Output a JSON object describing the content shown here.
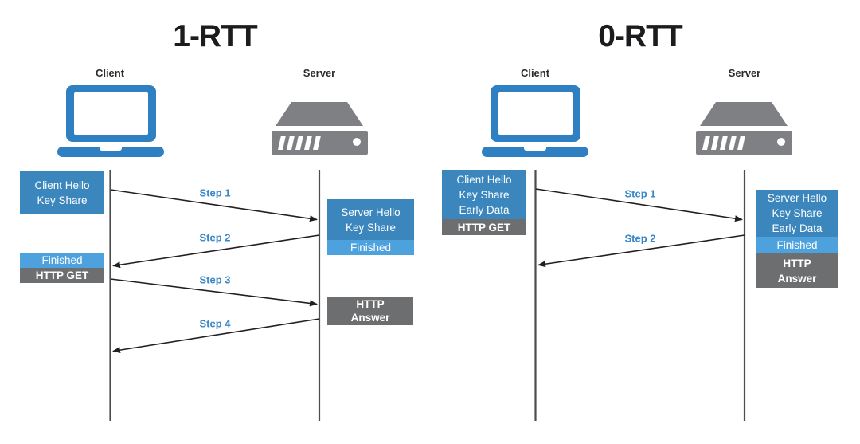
{
  "colors": {
    "box_blue": "#3a86bd",
    "light_blue": "#4da2de",
    "box_gray": "#6d6e70",
    "step_blue": "#3a87c8",
    "icon_blue": "#2e80c2",
    "icon_gray": "#7f8083",
    "lifeline_gray": "#4d4d4f",
    "arrow_black": "#231f20",
    "title_black": "#1c1c1e",
    "label_black": "#2b2b2d"
  },
  "left": {
    "title": "1-RTT",
    "client_label": "Client",
    "server_label": "Server",
    "client_hello": [
      "Client Hello",
      "Key Share"
    ],
    "client_finished": "Finished",
    "client_http_get": "HTTP GET",
    "server_hello": [
      "Server Hello",
      "Key Share"
    ],
    "server_finished": "Finished",
    "http_answer": [
      "HTTP",
      "Answer"
    ],
    "steps": [
      "Step 1",
      "Step 2",
      "Step 3",
      "Step 4"
    ]
  },
  "right": {
    "title": "0-RTT",
    "client_label": "Client",
    "server_label": "Server",
    "client_hello": [
      "Client Hello",
      "Key Share",
      "Early Data"
    ],
    "client_http_get": "HTTP GET",
    "server_hello": [
      "Server Hello",
      "Key Share",
      "Early Data"
    ],
    "server_finished": "Finished",
    "http_answer": [
      "HTTP",
      "Answer"
    ],
    "steps": [
      "Step 1",
      "Step 2"
    ]
  }
}
